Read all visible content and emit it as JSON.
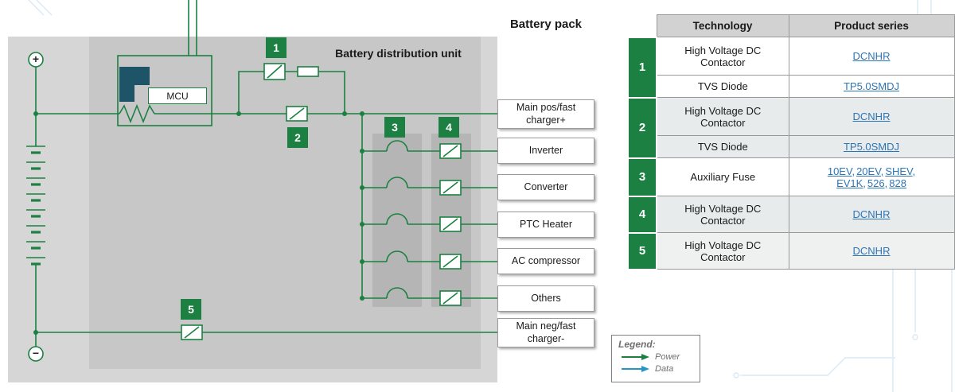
{
  "colors": {
    "accent_green": "#1b8041",
    "link_blue": "#2e75b6",
    "data_blue": "#2196c9"
  },
  "diagram": {
    "battery_pack_label": "Battery pack",
    "bdu_label": "Battery distribution unit",
    "mcu_label": "MCU",
    "terminal_plus": "+",
    "terminal_minus": "−",
    "badges": [
      "1",
      "2",
      "3",
      "4",
      "5"
    ],
    "outputs": [
      "Main pos/fast charger+",
      "Inverter",
      "Converter",
      "PTC Heater",
      "AC compressor",
      "Others",
      "Main neg/fast charger-"
    ]
  },
  "table": {
    "headers": {
      "technology": "Technology",
      "product_series": "Product series"
    },
    "rows": [
      {
        "num": "1",
        "tech": "High Voltage DC Contactor",
        "product": "DCNHR"
      },
      {
        "tech": "TVS Diode",
        "product": "TP5.0SMDJ"
      },
      {
        "num": "2",
        "tech": "High Voltage DC Contactor",
        "product": "DCNHR"
      },
      {
        "tech": "TVS Diode",
        "product": "TP5.0SMDJ"
      },
      {
        "num": "3",
        "tech": "Auxiliary Fuse",
        "products_line1": [
          "10EV,",
          "20EV,",
          "SHEV,"
        ],
        "products_line2": [
          "EV1K,",
          "526,",
          "828"
        ]
      },
      {
        "num": "4",
        "tech": "High Voltage DC Contactor",
        "product": "DCNHR"
      },
      {
        "num": "5",
        "tech": "High Voltage DC Contactor",
        "product": "DCNHR"
      }
    ]
  },
  "legend": {
    "title": "Legend:",
    "power_label": "Power",
    "data_label": "Data"
  }
}
